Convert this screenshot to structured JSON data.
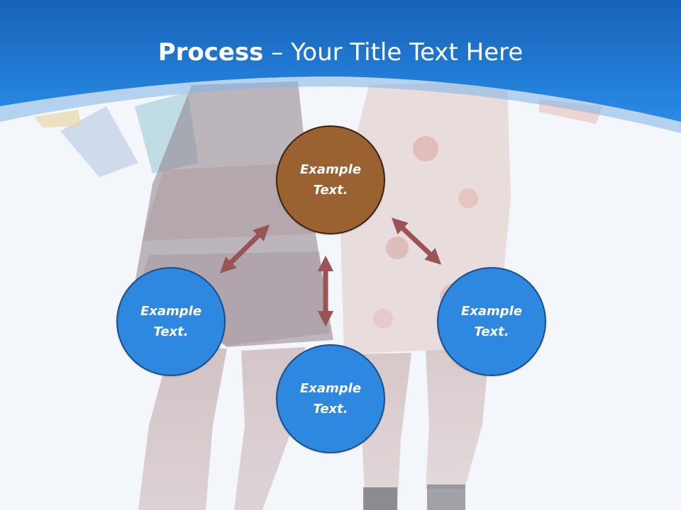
{
  "title": {
    "bold": "Process",
    "rest": " – Your Title Text Here"
  },
  "nodes": {
    "top": "Example\nText.",
    "left": "Example\nText.",
    "bottom": "Example\nText.",
    "right": "Example\nText."
  },
  "colors": {
    "banner": "#1c76d2",
    "center_node": "#9a6230",
    "outer_node": "#2f88e0",
    "arrow": "#9a5456"
  }
}
